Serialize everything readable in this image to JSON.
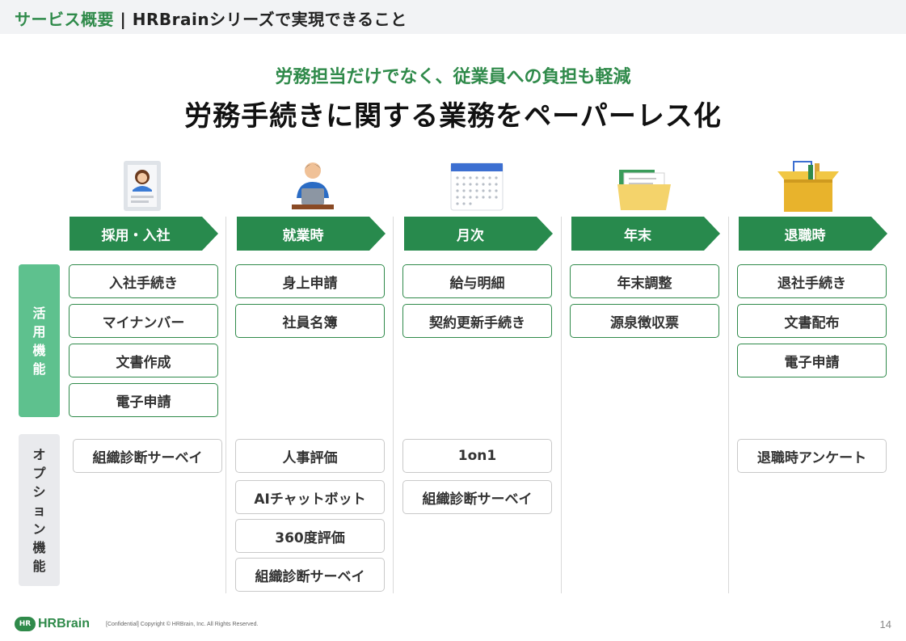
{
  "header": {
    "section": "サービス概要",
    "separator": " | ",
    "topic": "HRBrainシリーズで実現できること"
  },
  "subtitle": "労務担当だけでなく、従業員への負担も軽減",
  "title": "労務手続きに関する業務をペーパーレス化",
  "side_labels": {
    "features": [
      "活",
      "用",
      "機",
      "能"
    ],
    "options": [
      "オ",
      "プ",
      "シ",
      "ョ",
      "ン",
      "機",
      "能"
    ]
  },
  "columns": [
    {
      "stage": "採用・入社",
      "icon": "resume-icon",
      "features": [
        "入社手続き",
        "マイナンバー",
        "文書作成",
        "電子申請"
      ],
      "options": [
        "組織診断サーベイ"
      ]
    },
    {
      "stage": "就業時",
      "icon": "worker-laptop-icon",
      "features": [
        "身上申請",
        "社員名簿"
      ],
      "options": [
        "人事評価",
        "AIチャットボット",
        "360度評価",
        "組織診断サーベイ"
      ]
    },
    {
      "stage": "月次",
      "icon": "calendar-icon",
      "features": [
        "給与明細",
        "契約更新手続き"
      ],
      "options": [
        "1on1",
        "組織診断サーベイ"
      ]
    },
    {
      "stage": "年末",
      "icon": "folder-icon",
      "features": [
        "年末調整",
        "源泉徴収票"
      ],
      "options": []
    },
    {
      "stage": "退職時",
      "icon": "box-icon",
      "features": [
        "退社手続き",
        "文書配布",
        "電子申請"
      ],
      "options": [
        "退職時アンケート"
      ]
    }
  ],
  "footer": {
    "logo_badge": "HR",
    "logo_text": "HRBrain",
    "copyright": "[Confidential] Copyright © HRBrain, Inc. All Rights Reserved.",
    "page_number": "14"
  },
  "colors": {
    "brand_green": "#288a4d",
    "feature_side": "#5ec18e",
    "option_side": "#e9eaed"
  }
}
